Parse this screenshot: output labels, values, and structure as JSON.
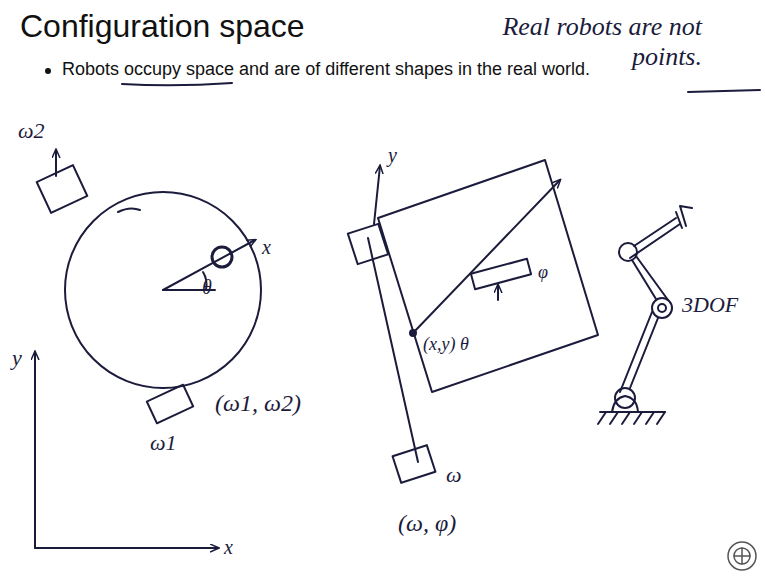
{
  "diagram": {
    "title": "Configuration space",
    "labels": [
      "Real robots are not points.",
      "Robots occupy space and are of different shapes in the real world.",
      "ω2",
      "x",
      "θ",
      "y",
      "x",
      "ω1",
      "(ω1, ω2)",
      "y",
      "(x,y) θ",
      "φ",
      "ω",
      "(ω, φ)",
      "3DOF"
    ]
  }
}
